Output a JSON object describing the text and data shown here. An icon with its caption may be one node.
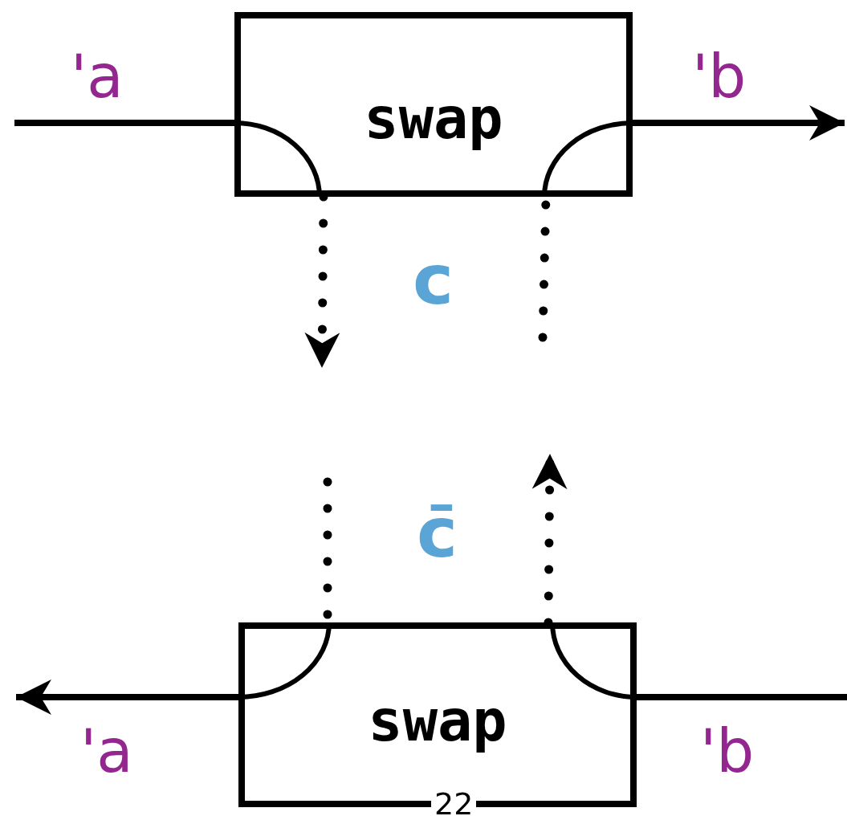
{
  "diagram": {
    "nodes": [
      {
        "text": [
          "swap"
        ]
      },
      {
        "text": [
          "swap"
        ]
      }
    ],
    "edges": [
      {
        "from": null,
        "to": 0,
        "arrow": "none",
        "label": "'a"
      },
      {
        "from": 0,
        "to": null,
        "arrow": "to",
        "label": "'b"
      },
      {
        "from": null,
        "to": 1,
        "arrow": "none",
        "label": "'b"
      },
      {
        "from": 1,
        "to": null,
        "arrow": "to",
        "label": "'a"
      },
      {
        "from": 0,
        "to": null,
        "arrow": "to",
        "style": "dashed"
      },
      {
        "from": null,
        "to": 0,
        "arrow": "none",
        "style": "dashed"
      },
      {
        "from": 1,
        "to": null,
        "arrow": "to",
        "style": "dashed"
      },
      {
        "from": null,
        "to": 1,
        "arrow": "none",
        "style": "dashed"
      }
    ],
    "labels": [
      "c",
      "c̄",
      "22"
    ]
  }
}
